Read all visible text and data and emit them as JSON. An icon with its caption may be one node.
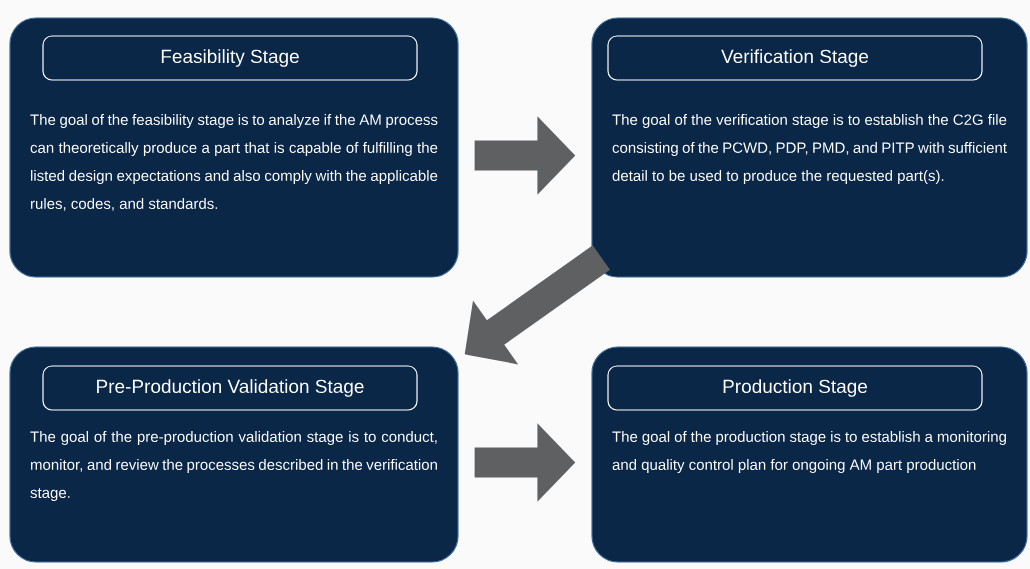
{
  "diagram": {
    "nodes": [
      {
        "text": [
          "The goal of the feasibility stage is to analyze if the AM process can theoretically produce a part that is capable of fulfilling the listed design expectations and also comply with the applicable rules, codes, and standards."
        ]
      },
      {
        "text": [
          "Feasibility Stage"
        ],
        "in": 0
      },
      {
        "text": [
          "The goal of the verification stage is to establish the C2G file consisting of the PCWD, PDP, PMD, and PITP with sufficient detail to be used to produce the requested part(s)."
        ]
      },
      {
        "text": [
          "Verification Stage"
        ],
        "in": 2
      },
      {
        "text": [
          "The goal of the pre-production validation stage is to conduct, monitor, and review the processes described in the verification stage."
        ]
      },
      {
        "text": [
          "Pre-Production Validation Stage"
        ],
        "in": 4
      },
      {
        "text": [
          "The goal of the production stage is to establish a monitoring and quality control plan for ongoing AM part production"
        ]
      },
      {
        "text": [
          "Production Stage"
        ],
        "in": 6
      }
    ],
    "edges": [
      {
        "from": 0,
        "to": 2,
        "arrow": "to"
      },
      {
        "from": 2,
        "to": 4,
        "arrow": "to"
      },
      {
        "from": 4,
        "to": 6,
        "arrow": "to"
      }
    ]
  }
}
